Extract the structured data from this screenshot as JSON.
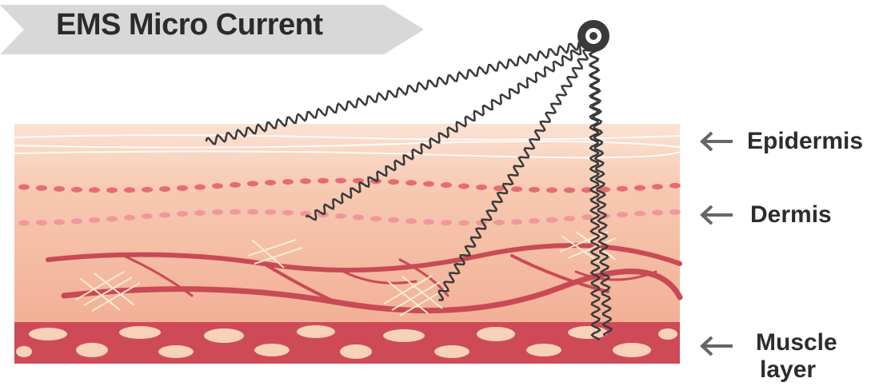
{
  "header": {
    "title": "EMS Micro Current"
  },
  "labels": {
    "epidermis": "Epidermis",
    "dermis": "Dermis",
    "muscle_line1": "Muscle",
    "muscle_line2": "layer"
  },
  "colors": {
    "banner": "#d8d8d8",
    "epidermis": "#f8d9c8",
    "dermis": "#f6c1a8",
    "vessel": "#c84a55",
    "muscle": "#cf4a57",
    "muscle_cells": "#f7d2b8",
    "wave": "#3a3a3a",
    "arrow": "#666666"
  }
}
